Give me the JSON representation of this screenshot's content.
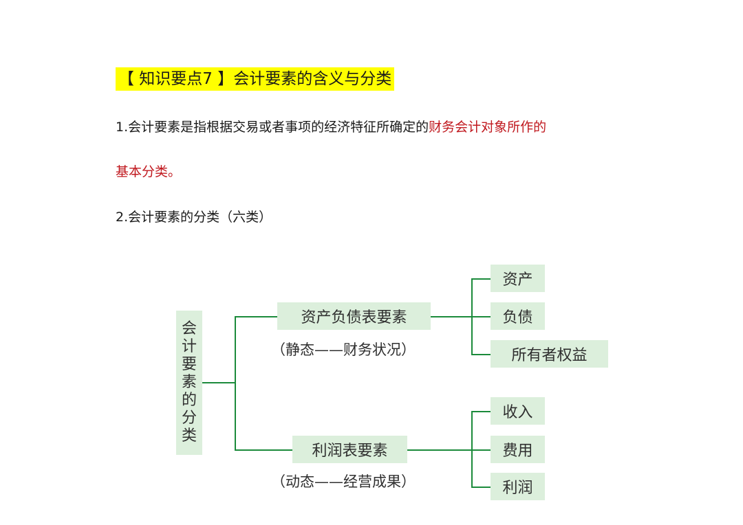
{
  "heading": {
    "text": "【 知识要点7 】会计要素的含义与分类"
  },
  "para1": {
    "black": "1.会计要素是指根据交易或者事项的经济特征所确定的",
    "red": "财务会计对象所作的"
  },
  "para2": {
    "red": "基本分类。"
  },
  "para3": {
    "text": "2.会计要素的分类（六类）"
  },
  "diagram": {
    "root_chars": [
      "会",
      "计",
      "要",
      "素",
      "的",
      "分",
      "类"
    ],
    "branch1": {
      "label": "资产负债表要素",
      "caption": "（静态——财务状况）",
      "leaves": [
        "资产",
        "负债",
        "所有者权益"
      ]
    },
    "branch2": {
      "label": "利润表要素",
      "caption": "（动态——经营成果）",
      "leaves": [
        "收入",
        "费用",
        "利润"
      ]
    },
    "colors": {
      "line": "#1a8a3a",
      "box": "#dcefdc",
      "red_text": "#c0181e",
      "highlight": "#ffff00"
    }
  }
}
